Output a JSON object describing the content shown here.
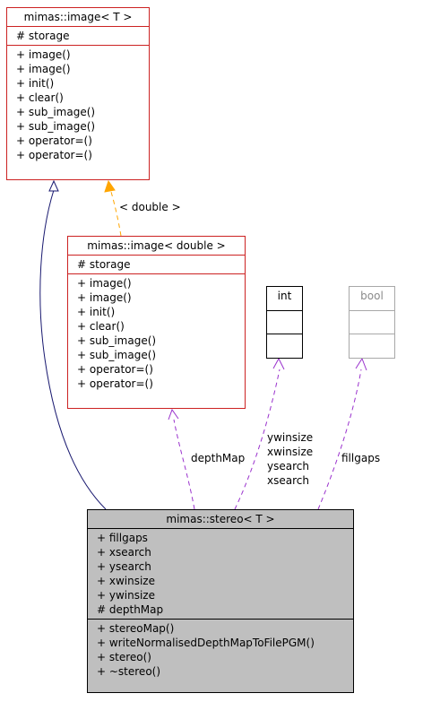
{
  "classes": {
    "image_t": {
      "title": "mimas::image< T >",
      "attributes": [
        "# storage"
      ],
      "operations": [
        "+ image()",
        "+ image()",
        "+ init()",
        "+ clear()",
        "+ sub_image()",
        "+ sub_image()",
        "+ operator=()",
        "+ operator=()"
      ]
    },
    "image_double": {
      "title": "mimas::image< double >",
      "attributes": [
        "# storage"
      ],
      "operations": [
        "+ image()",
        "+ image()",
        "+ init()",
        "+ clear()",
        "+ sub_image()",
        "+ sub_image()",
        "+ operator=()",
        "+ operator=()"
      ]
    },
    "int_type": {
      "title": "int"
    },
    "bool_type": {
      "title": "bool"
    },
    "stereo": {
      "title": "mimas::stereo< T >",
      "attributes": [
        "+ fillgaps",
        "+ xsearch",
        "+ ysearch",
        "+ xwinsize",
        "+ ywinsize",
        "# depthMap"
      ],
      "operations": [
        "+ stereoMap()",
        "+ writeNormalisedDepthMapToFilePGM()",
        "+ stereo()",
        "+ ~stereo()"
      ]
    }
  },
  "edge_labels": {
    "template": "< double >",
    "depth_map": "depthMap",
    "int_members": [
      "ywinsize",
      "xwinsize",
      "ysearch",
      "xsearch"
    ],
    "fillgaps": "fillgaps"
  },
  "colors": {
    "class_border": "#cc2222",
    "primary_fill": "#bfbfbf",
    "inheritance_arrow": "#191970",
    "template_arrow": "#ffa500",
    "usage_arrow": "#9a32cd"
  }
}
